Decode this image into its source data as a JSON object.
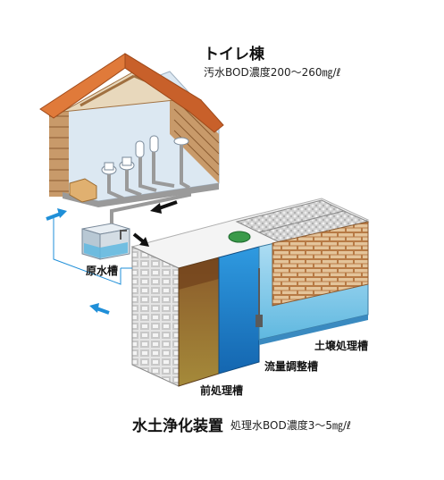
{
  "toilet": {
    "title": "トイレ棟",
    "bod": "汚水BOD濃度200～260㎎/ℓ"
  },
  "raw_tank_label": "原水槽",
  "tanks": {
    "soil": "土壌処理槽",
    "flow": "流量調整槽",
    "pre": "前処理槽"
  },
  "device": {
    "title": "水土浄化装置",
    "bod": "処理水BOD濃度3～5㎎/ℓ"
  },
  "colors": {
    "roof": "#e07a3a",
    "log": "#c89a6a",
    "water": "#5fb8e0",
    "arrow": "#1f8fd8",
    "pre_tank": "#8a6a2a",
    "flow_tank": "#1f7fc8",
    "gravel": "#d8d8d8"
  }
}
